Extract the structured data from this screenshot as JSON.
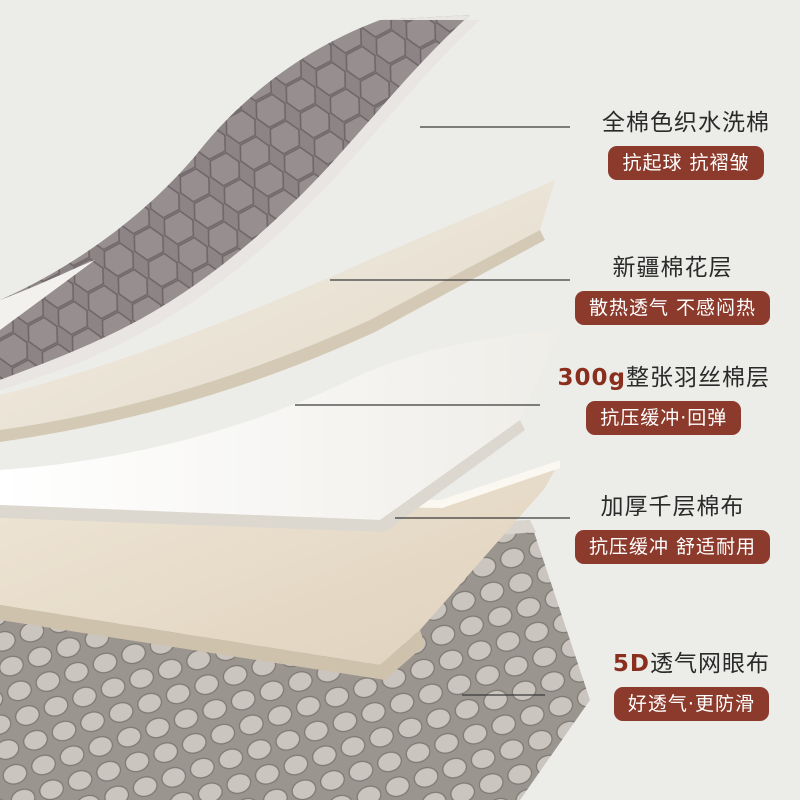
{
  "layers": [
    {
      "title": "全棉色织水洗棉",
      "accent": "",
      "badge": "抗起球 抗褶皱"
    },
    {
      "title": "新疆棉花层",
      "accent": "",
      "badge": "散热透气 不感闷热"
    },
    {
      "title": "整张羽丝棉层",
      "accent": "300g",
      "badge": "抗压缓冲·回弹"
    },
    {
      "title": "加厚千层棉布",
      "accent": "",
      "badge": "抗压缓冲 舒适耐用"
    },
    {
      "title": "透气网眼布",
      "accent": "5D",
      "badge": "好透气·更防滑"
    }
  ],
  "colors": {
    "background": "#ecece9",
    "badge": "#8b3a2b",
    "accent_text": "#8a2e1e",
    "quilted_fabric": "#8d8486",
    "cotton_layer": "#ece6d9",
    "fiber_layer": "#f6f5f1",
    "cloth_layer": "#e8dccb",
    "mesh_base": "#9b9590",
    "mesh_cell": "#cbc5bf"
  }
}
